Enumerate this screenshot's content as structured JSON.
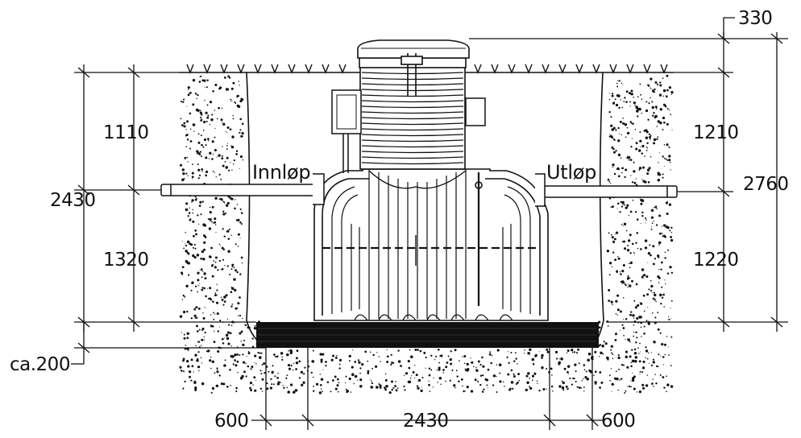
{
  "labels": {
    "inlet": "Innløp",
    "outlet": "Utløp"
  },
  "dimensions": {
    "lid_overhang": "330",
    "left_upper_depth": "1110",
    "left_lower_depth": "1320",
    "left_total_depth": "2430",
    "right_upper_depth": "1210",
    "right_lower_depth": "1220",
    "right_total_height": "2760",
    "base_bed": "ca.200",
    "bottom_left_clearance": "600",
    "bottom_tank_width": "2430",
    "bottom_right_clearance": "600"
  },
  "colors": {
    "line": "#111111",
    "bed": "#111111",
    "background": "#ffffff"
  }
}
